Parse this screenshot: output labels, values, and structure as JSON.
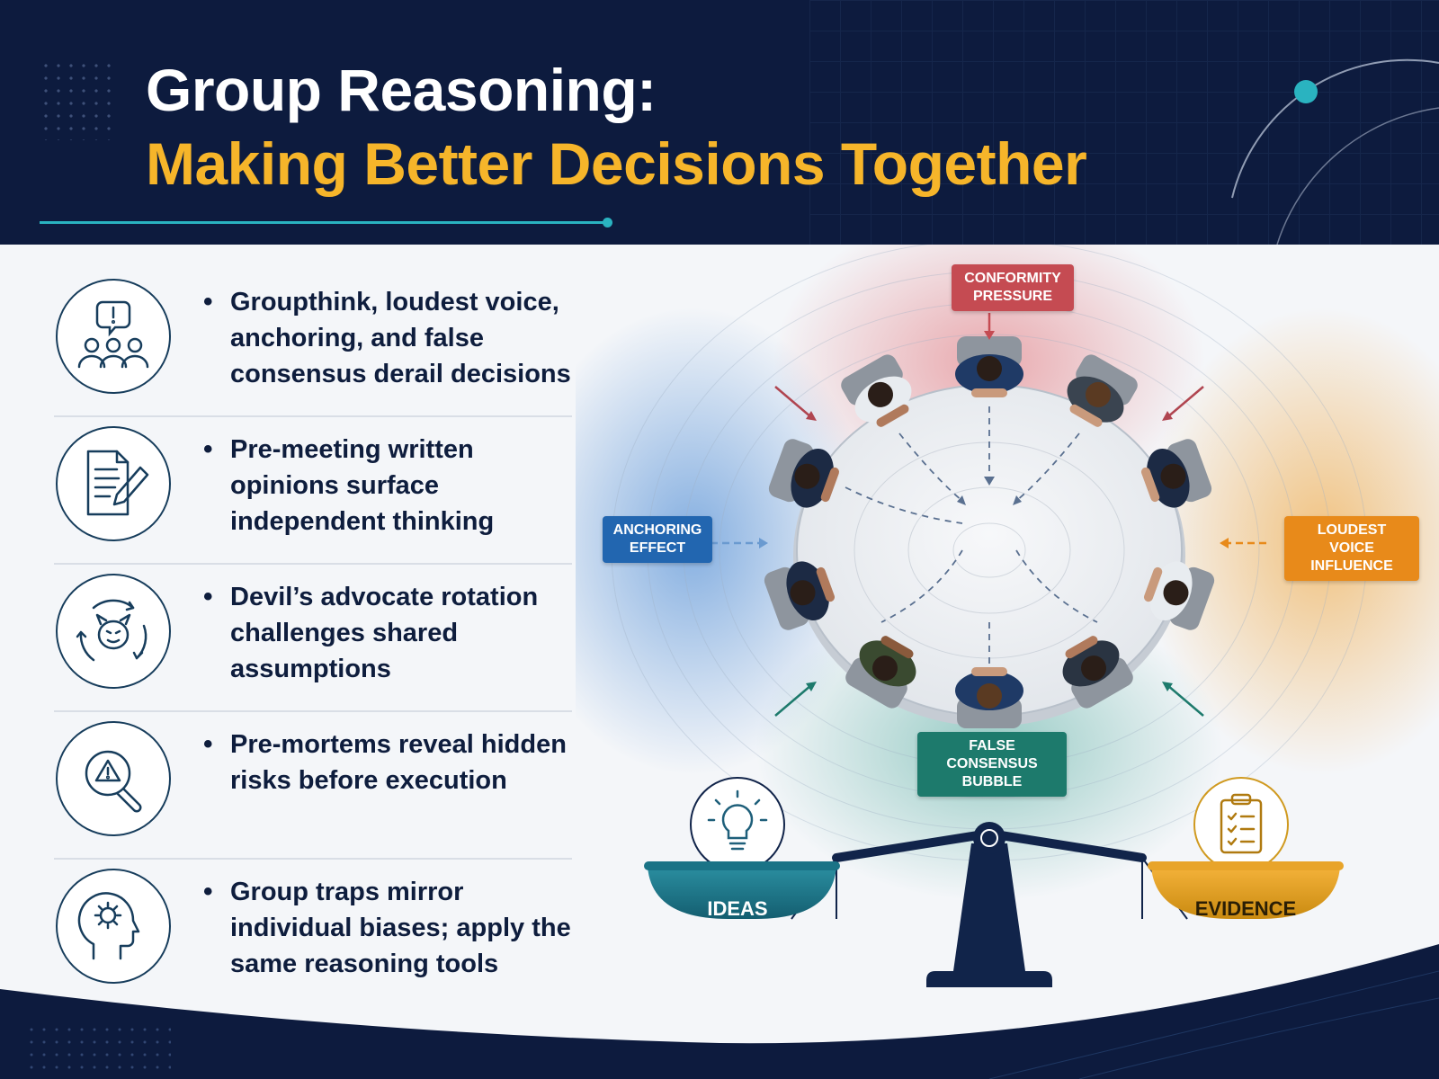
{
  "header": {
    "title_line1": "Group Reasoning:",
    "title_line2": "Making Better Decisions Together"
  },
  "colors": {
    "navy": "#0d1b3e",
    "gold": "#f6b52a",
    "teal": "#2ab3c0",
    "red": "#c54b52",
    "blue": "#2266b0",
    "orange": "#e88a1a",
    "green": "#1d7a6c"
  },
  "items": [
    {
      "icon": "group-alert-icon",
      "text": "Groupthink, loudest voice, anchoring, and false consensus derail decisions"
    },
    {
      "icon": "document-pencil-icon",
      "text": "Pre-meeting written opinions surface independent thinking"
    },
    {
      "icon": "devil-rotation-icon",
      "text": "Devil’s advocate rotation challenges shared assumptions"
    },
    {
      "icon": "warning-magnifier-icon",
      "text": "Pre-mortems reveal hidden risks before execution"
    },
    {
      "icon": "head-gear-icon",
      "text": "Group traps mirror individual biases; apply the same reasoning tools"
    }
  ],
  "diagram": {
    "conformity": "CONFORMITY\nPRESSURE",
    "anchoring": "ANCHORING\nEFFECT",
    "loudest": "LOUDEST VOICE\nINFLUENCE",
    "false_consensus": "FALSE CONSENSUS\nBUBBLE",
    "ideas": "IDEAS",
    "evidence": "EVIDENCE"
  }
}
